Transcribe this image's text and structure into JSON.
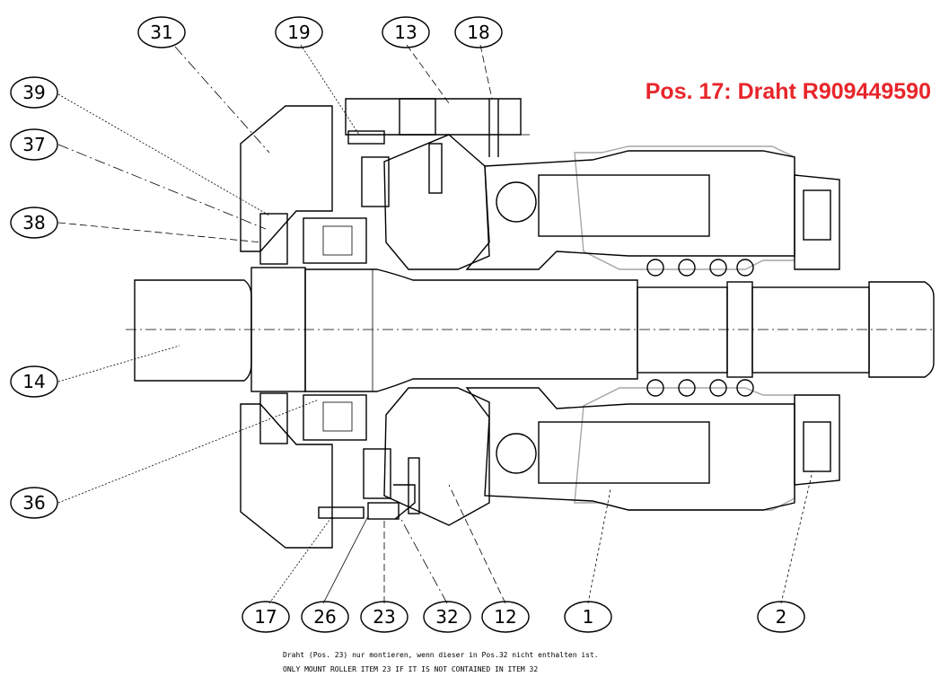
{
  "header": {
    "title": "Pos. 17: Draht R909449590",
    "title_color": "#e8262b"
  },
  "callouts": [
    "31",
    "19",
    "13",
    "18",
    "39",
    "37",
    "38",
    "14",
    "36",
    "17",
    "26",
    "23",
    "32",
    "12",
    "1",
    "2"
  ],
  "notes": {
    "line1": "Draht (Pos. 23) nur montieren, wenn dieser in Pos.32 nicht enthalten ist.",
    "line2": "ONLY MOUNT ROLLER ITEM 23 IF IT IS NOT CONTAINED IN ITEM 32"
  }
}
